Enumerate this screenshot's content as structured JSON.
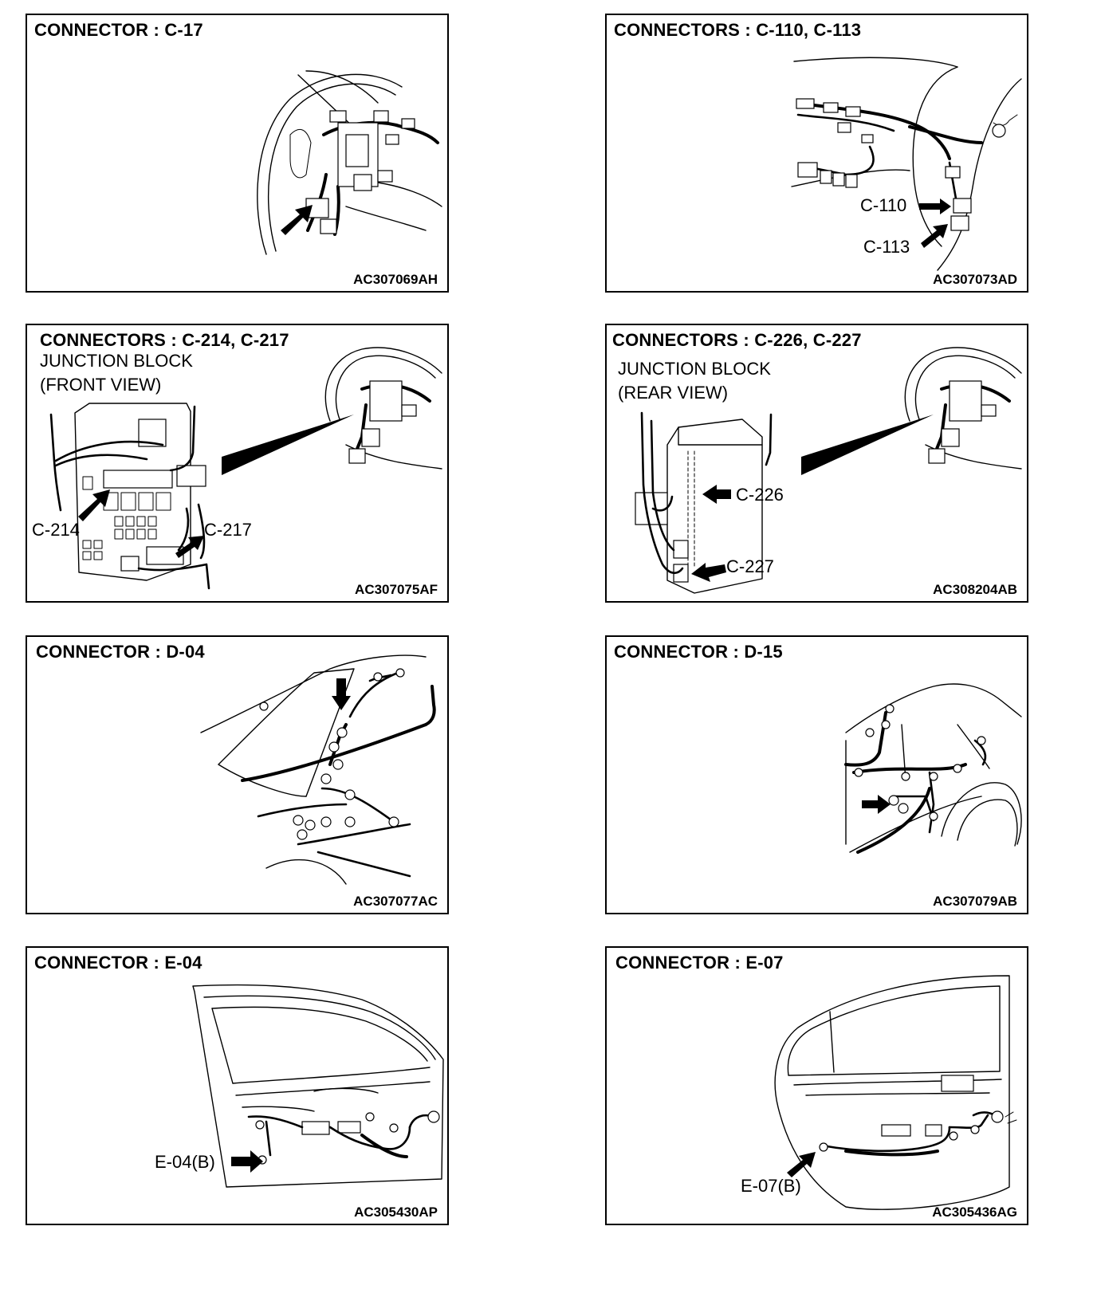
{
  "panels": [
    {
      "title": "CONNECTOR : C-17",
      "code": "AC307069AH"
    },
    {
      "title": "CONNECTORS : C-110, C-113",
      "code": "AC307073AD",
      "labels": [
        "C-110",
        "C-113"
      ]
    },
    {
      "title": "CONNECTORS : C-214, C-217",
      "subtitle": [
        "JUNCTION BLOCK",
        "(FRONT VIEW)"
      ],
      "code": "AC307075AF",
      "labels": [
        "C-214",
        "C-217"
      ]
    },
    {
      "title": "CONNECTORS : C-226, C-227",
      "subtitle": [
        "JUNCTION BLOCK",
        "(REAR VIEW)"
      ],
      "code": "AC308204AB",
      "labels": [
        "C-226",
        "C-227"
      ]
    },
    {
      "title": "CONNECTOR : D-04",
      "code": "AC307077AC"
    },
    {
      "title": "CONNECTOR : D-15",
      "code": "AC307079AB"
    },
    {
      "title": "CONNECTOR : E-04",
      "code": "AC305430AP",
      "labels": [
        "E-04(B)"
      ]
    },
    {
      "title": "CONNECTOR : E-07",
      "code": "AC305436AG",
      "labels": [
        "E-07(B)"
      ]
    }
  ]
}
